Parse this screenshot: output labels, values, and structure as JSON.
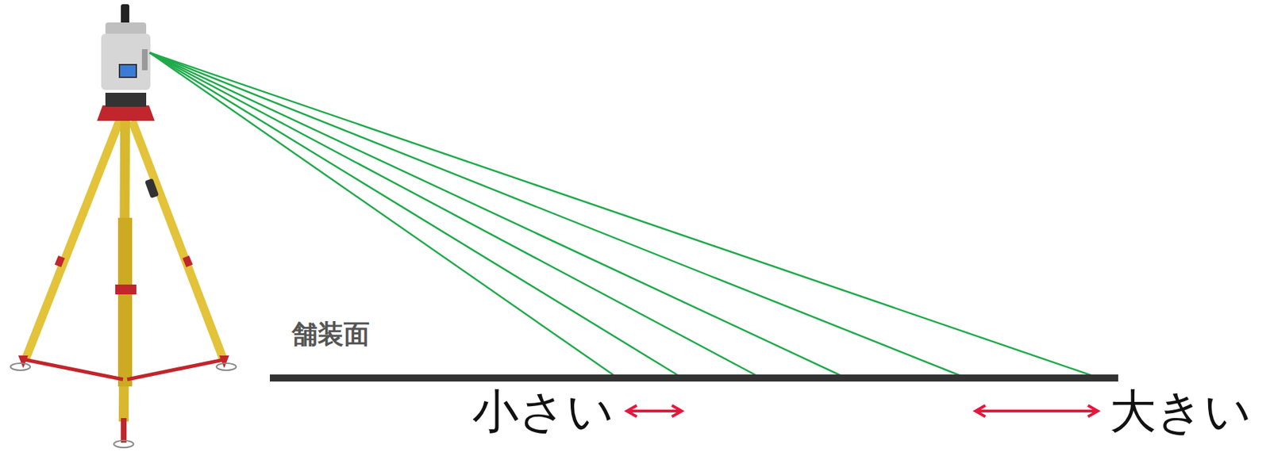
{
  "diagram": {
    "labels": [
      "舗装面",
      "小さい",
      "大きい"
    ]
  }
}
